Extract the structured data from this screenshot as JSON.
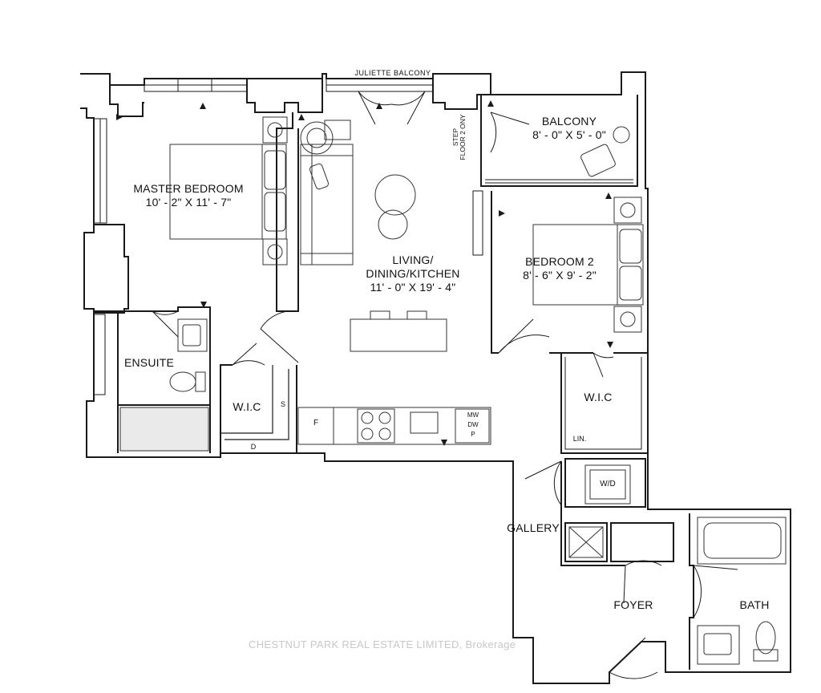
{
  "rooms": {
    "master": {
      "name": "MASTER BEDROOM",
      "dims": "10' - 2\" X 11' - 7\""
    },
    "living": {
      "name1": "LIVING/",
      "name2": "DINING/KITCHEN",
      "dims": "11' - 0\" X 19' - 4\""
    },
    "bedroom2": {
      "name": "BEDROOM 2",
      "dims": "8' - 6\" X 9' - 2\""
    },
    "balcony": {
      "name": "BALCONY",
      "dims": "8' - 0\" X 5' - 0\""
    },
    "ensuite": {
      "name": "ENSUITE"
    },
    "wic1": {
      "name": "W.I.C"
    },
    "wic2": {
      "name": "W.I.C"
    },
    "gallery": {
      "name": "GALLERY"
    },
    "foyer": {
      "name": "FOYER"
    },
    "bath": {
      "name": "BATH"
    }
  },
  "annotations": {
    "juliette": "JULIETTE BALCONY",
    "step1": "STEP",
    "step2": "FLOOR 2 ONY",
    "lin": "LIN.",
    "wd": "W/D",
    "fridge": "F",
    "mw": "MW",
    "dw": "DW",
    "p": "P",
    "s": "S",
    "d": "D"
  },
  "watermark": "CHESTNUT PARK REAL ESTATE LIMITED, Brokerage",
  "colors": {
    "wall": "#1a1a1a",
    "background": "#ffffff",
    "fixture": "#333333",
    "watermark": "#c8c8c8"
  }
}
